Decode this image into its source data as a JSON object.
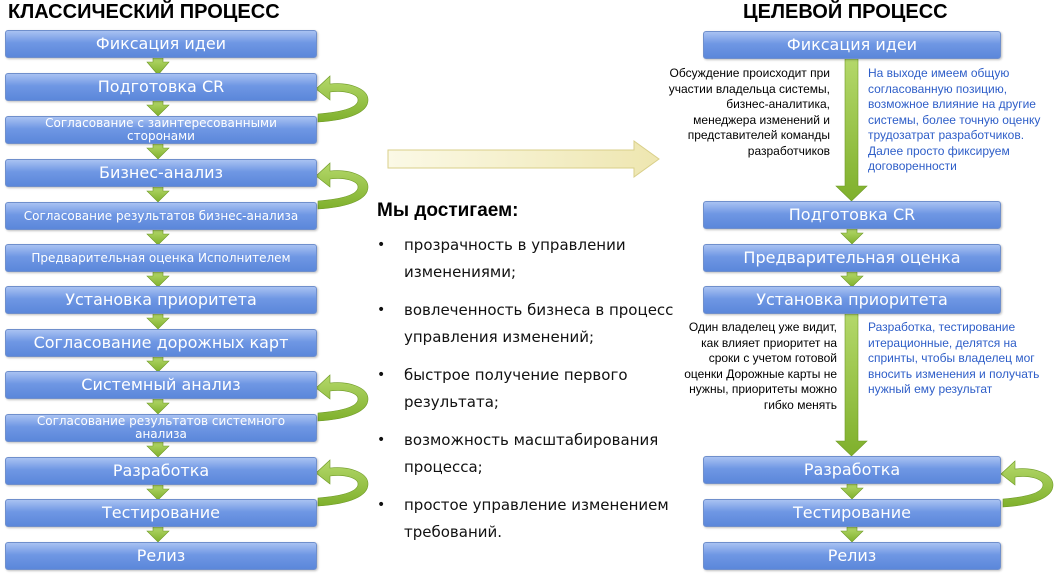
{
  "classic": {
    "title": "КЛАССИЧЕСКИЙ ПРОЦЕСС",
    "steps": [
      "Фиксация идеи",
      "Подготовка CR",
      "Согласование с заинтересованными сторонами",
      "Бизнес-анализ",
      "Согласование результатов бизнес-анализа",
      "Предварительная оценка Исполнителем",
      "Установка приоритета",
      "Согласование дорожных карт",
      "Системный анализ",
      "Согласование результатов системного анализа",
      "Разработка",
      "Тестирование",
      "Релиз"
    ]
  },
  "target": {
    "title": "ЦЕЛЕВОЙ ПРОЦЕСС",
    "steps": [
      "Фиксация идеи",
      "Подготовка CR",
      "Предварительная оценка",
      "Установка приоритета",
      "Разработка",
      "Тестирование",
      "Релиз"
    ],
    "note1_left": "Обсуждение происходит при участии владельца системы, бизнес-аналитика, менеджера изменений и представителей команды разработчиков",
    "note1_right": "На выходе имеем общую согласованную позицию, возможное влияние на другие системы, более точную оценку трудозатрат разработчиков. Далее просто фиксируем договоренности",
    "note2_left": "Один владелец уже видит, как влияет приоритет на сроки с учетом готовой оценки Дорожные карты не нужны, приоритеты можно гибко менять",
    "note2_right": "Разработка, тестирование итерационные, делятся на спринты, чтобы владелец мог вносить изменения и получать нужный ему результат"
  },
  "goals": {
    "title": "Мы достигаем:",
    "items": [
      "прозрачность в управлении изменениями;",
      "вовлеченность бизнеса в процесс управления изменений;",
      "быстрое получение первого результата;",
      "возможность масштабирования процесса;",
      "простое управление изменением требований."
    ]
  },
  "colors": {
    "box_fill": "#6f97e4",
    "arrow_green": "#8fbf3a",
    "note_blue": "#2e5ec8",
    "big_arrow": "#f3efc6"
  },
  "icons": {
    "down_arrow": "green-down-arrow-icon",
    "loop": "green-loop-arrow-icon",
    "transition": "big-right-arrow-icon"
  }
}
